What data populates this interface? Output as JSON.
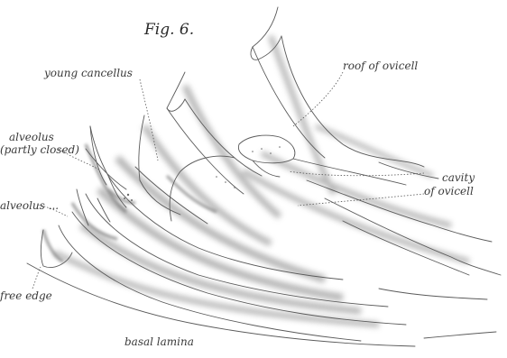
{
  "figure": {
    "title": "Fig. 6.",
    "labels": {
      "young_cancellus": "young cancellus",
      "roof_of_ovicell": "roof of ovicell",
      "alveolus_partly_closed_line1": "alveolus",
      "alveolus_partly_closed_line2": "(partly closed)",
      "alveolus": "alveolus ...",
      "cavity_line1": "cavity",
      "cavity_line2": "of ovicell",
      "free_edge": "free edge",
      "basal_lamina": "basal lamina"
    }
  }
}
